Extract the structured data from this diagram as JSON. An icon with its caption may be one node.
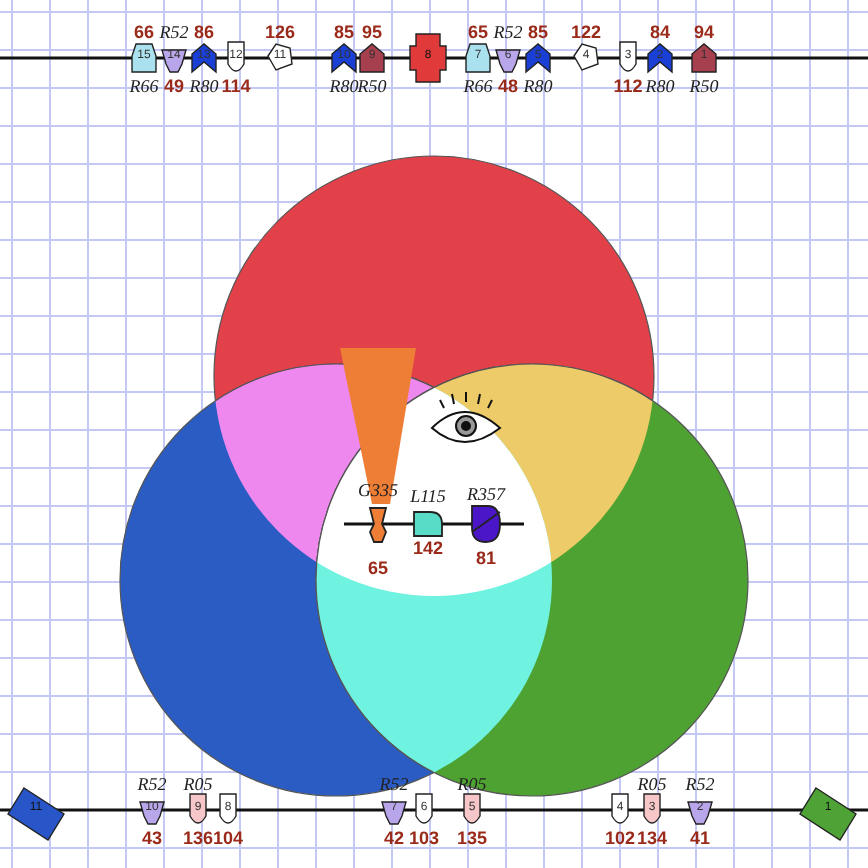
{
  "diagram": {
    "nodes": [
      {
        "text": [
          "15"
        ],
        "beside": [
          "66",
          "R66"
        ]
      },
      {
        "text": [
          "14"
        ],
        "beside": [
          "R52",
          "49"
        ]
      },
      {
        "text": [
          "13"
        ],
        "beside": [
          "86",
          "R80"
        ]
      },
      {
        "text": [
          "12"
        ],
        "beside": [
          "114"
        ]
      },
      {
        "text": [
          "11"
        ],
        "beside": [
          "126"
        ]
      },
      {
        "text": [
          "10"
        ],
        "beside": [
          "85",
          "R80"
        ]
      },
      {
        "text": [
          "9"
        ],
        "beside": [
          "95",
          "R50"
        ]
      },
      {
        "text": [
          "8"
        ]
      },
      {
        "text": [
          "7"
        ],
        "beside": [
          "65",
          "R66"
        ]
      },
      {
        "text": [
          "6"
        ],
        "beside": [
          "R52",
          "48"
        ]
      },
      {
        "text": [
          "5"
        ],
        "beside": [
          "85",
          "R80"
        ]
      },
      {
        "text": [
          "4"
        ],
        "beside": [
          "122"
        ]
      },
      {
        "text": [
          "3"
        ],
        "beside": [
          "112"
        ]
      },
      {
        "text": [
          "2"
        ],
        "beside": [
          "84",
          "R80"
        ]
      },
      {
        "text": [
          "1"
        ],
        "beside": [
          "94",
          "R50"
        ]
      },
      {
        "text": [],
        "shape": "box",
        "beside": [
          "G335",
          "65"
        ]
      },
      {
        "text": [],
        "shape": "box",
        "beside": [
          "L115",
          "142"
        ]
      },
      {
        "text": [],
        "shape": "box",
        "beside": [
          "R357",
          "81"
        ]
      },
      {
        "text": [
          "11"
        ]
      },
      {
        "text": [
          "10"
        ],
        "beside": [
          "R52",
          "43"
        ]
      },
      {
        "text": [
          "9"
        ],
        "beside": [
          "R05",
          "136"
        ]
      },
      {
        "text": [
          "8"
        ],
        "beside": [
          "104"
        ]
      },
      {
        "text": [
          "7"
        ],
        "beside": [
          "R52",
          "42"
        ]
      },
      {
        "text": [
          "6"
        ],
        "beside": [
          "103"
        ]
      },
      {
        "text": [
          "5"
        ],
        "beside": [
          "R05",
          "135"
        ]
      },
      {
        "text": [
          "4"
        ],
        "beside": [
          "102"
        ]
      },
      {
        "text": [
          "3"
        ],
        "beside": [
          "R05",
          "134"
        ]
      },
      {
        "text": [
          "2"
        ],
        "beside": [
          "R52",
          "41"
        ]
      },
      {
        "text": [
          "1"
        ]
      }
    ]
  }
}
